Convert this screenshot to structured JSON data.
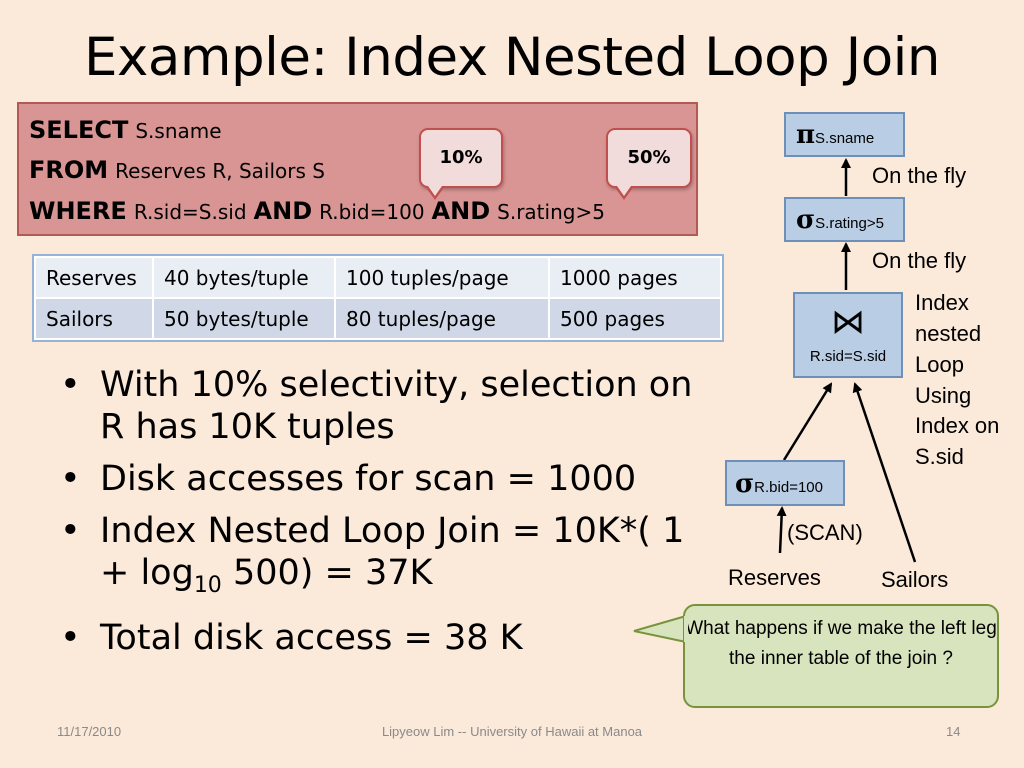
{
  "title": "Example: Index Nested Loop Join",
  "sql": {
    "select_kw": "SELECT",
    "select_val": "S.sname",
    "from_kw": "FROM",
    "from_val": "Reserves R, Sailors S",
    "where_kw": "WHERE",
    "where_val1": "R.sid=S.sid",
    "and1": "AND",
    "where_val2": "R.bid=100",
    "and2": "AND",
    "where_val3": "S.rating>5"
  },
  "callouts": [
    "10%",
    "50%"
  ],
  "stats_table": {
    "rows": [
      [
        "Reserves",
        "40 bytes/tuple",
        "100 tuples/page",
        "1000 pages"
      ],
      [
        "Sailors",
        "50 bytes/tuple",
        "80 tuples/page",
        "500 pages"
      ]
    ]
  },
  "bullets": {
    "b1": "With 10% selectivity, selection on R has  10K tuples",
    "b2": "Disk accesses for scan = 1000",
    "b3_pre": "Index Nested Loop Join = 10K*( 1 + log",
    "b3_sub": "10",
    "b3_post": " 500)  = 37K",
    "b4": "Total disk access = 38 K"
  },
  "plan": {
    "pi_symbol": "π",
    "pi_sub": "S.sname",
    "sigma_symbol": "σ",
    "sigma_top_sub": "S.rating>5",
    "join_symbol": "⋈",
    "join_cond": "R.sid=S.sid",
    "sigma_bottom_sub": "R.bid=100",
    "on_the_fly_1": "On the fly",
    "on_the_fly_2": "On the fly",
    "join_note": [
      "Index",
      "nested",
      "Loop",
      "Using",
      "Index on",
      "S.sid"
    ],
    "scan": "(SCAN)",
    "reserves": "Reserves",
    "sailors": "Sailors"
  },
  "question": "What happens if we make the left leg the inner table of the join ?",
  "footer": {
    "date": "11/17/2010",
    "author": "Lipyeow Lim -- University of Hawaii at Manoa",
    "page": "14"
  },
  "colors": {
    "background": "#fbe9da",
    "sql_box": "#d99594",
    "plan_node": "#b9cde5",
    "question_box": "#d7e4bd"
  }
}
